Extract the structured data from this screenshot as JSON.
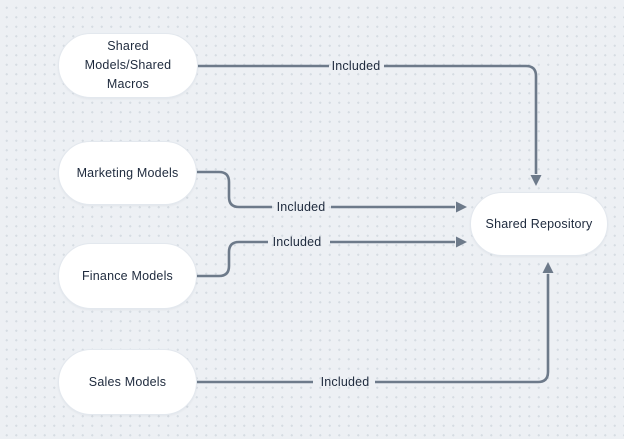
{
  "diagram_type": "flowchart",
  "background": {
    "color": "#edf0f4",
    "dot_color": "#d6dce2"
  },
  "colors": {
    "node_fill": "#ffffff",
    "node_border": "#e3e8ee",
    "edge": "#6d7a8a",
    "text": "#1e2a3d"
  },
  "nodes": [
    {
      "id": "shared-models-shared-macros",
      "label": "Shared Models/Shared Macros",
      "lines": [
        "Shared",
        "Models/Shared",
        "Macros"
      ]
    },
    {
      "id": "marketing-models",
      "label": "Marketing Models",
      "lines": [
        "Marketing Models"
      ]
    },
    {
      "id": "finance-models",
      "label": "Finance Models",
      "lines": [
        "Finance Models"
      ]
    },
    {
      "id": "sales-models",
      "label": "Sales Models",
      "lines": [
        "Sales Models"
      ]
    },
    {
      "id": "shared-repository",
      "label": "Shared Repository",
      "lines": [
        "Shared Repository"
      ]
    }
  ],
  "edges": [
    {
      "from": "Shared Models/Shared Macros",
      "to": "Shared Repository",
      "label": "Included"
    },
    {
      "from": "Marketing Models",
      "to": "Shared Repository",
      "label": "Included"
    },
    {
      "from": "Finance Models",
      "to": "Shared Repository",
      "label": "Included"
    },
    {
      "from": "Sales Models",
      "to": "Shared Repository",
      "label": "Included"
    }
  ]
}
